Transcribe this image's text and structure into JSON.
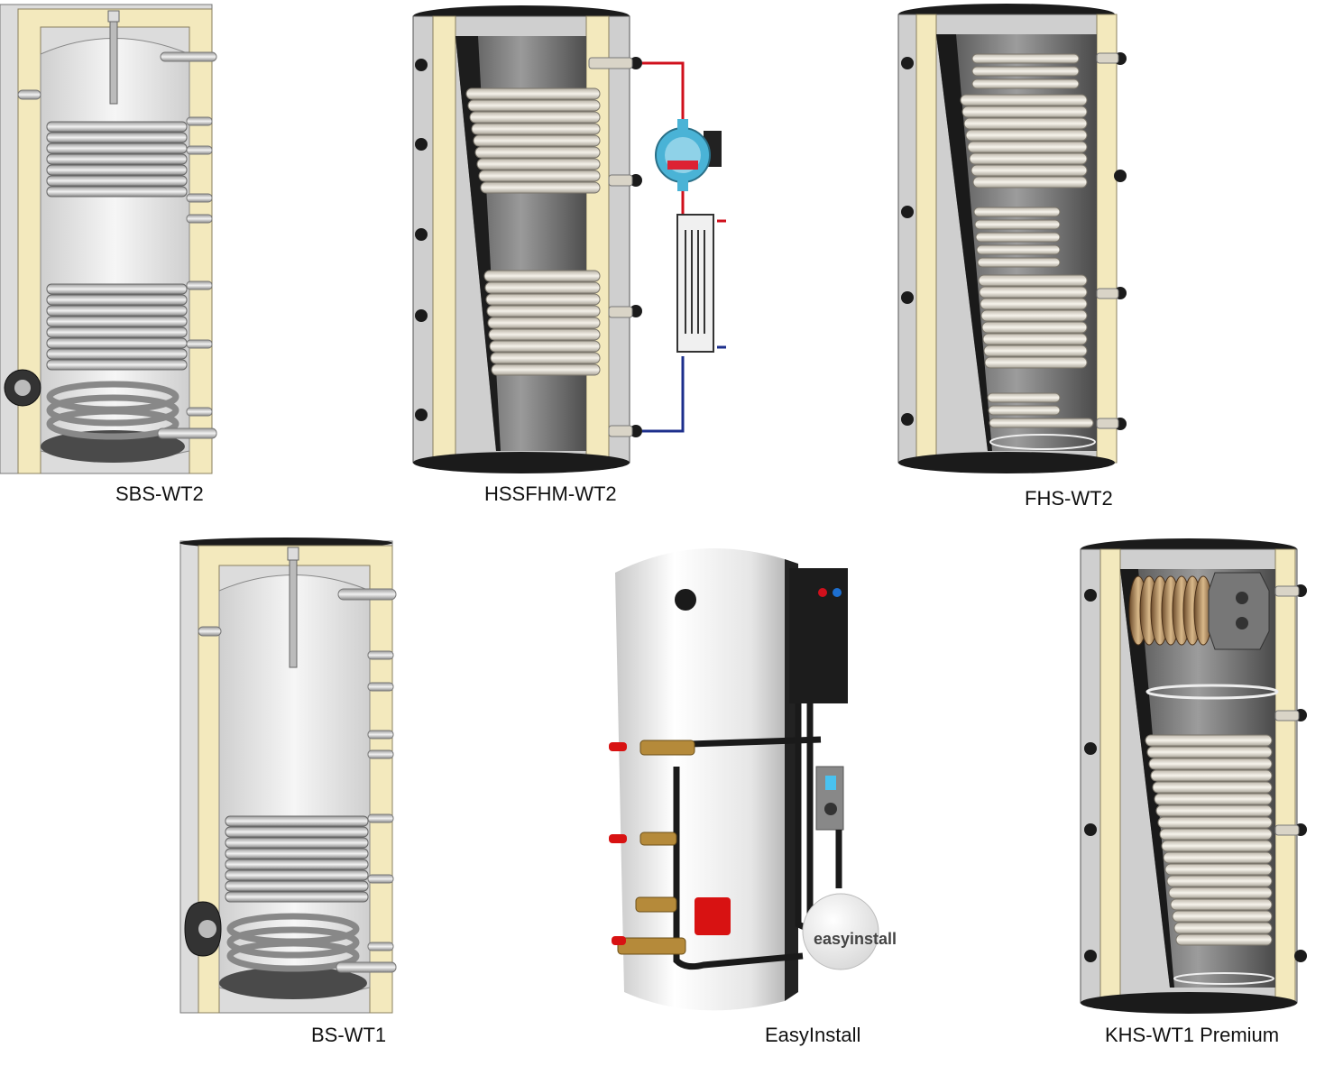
{
  "products": [
    {
      "label": "SBS-WT2"
    },
    {
      "label": "HSSFHM-WT2"
    },
    {
      "label": "FHS-WT2"
    },
    {
      "label": "BS-WT1"
    },
    {
      "label": "EasyInstall",
      "logo_text": "easyinstall"
    },
    {
      "label": "KHS-WT1 Premium"
    }
  ],
  "colors": {
    "insulation": "#f3e9bd",
    "shell": "#d8d8d8",
    "tank_inner": "#e4e4e4",
    "coil": "#cfcfcf",
    "dark_tank": "#555555",
    "rim": "#1a1a1a",
    "hot_pipe": "#d0101c",
    "cold_pipe": "#1d2f8c",
    "pump": "#4ab3d6"
  }
}
